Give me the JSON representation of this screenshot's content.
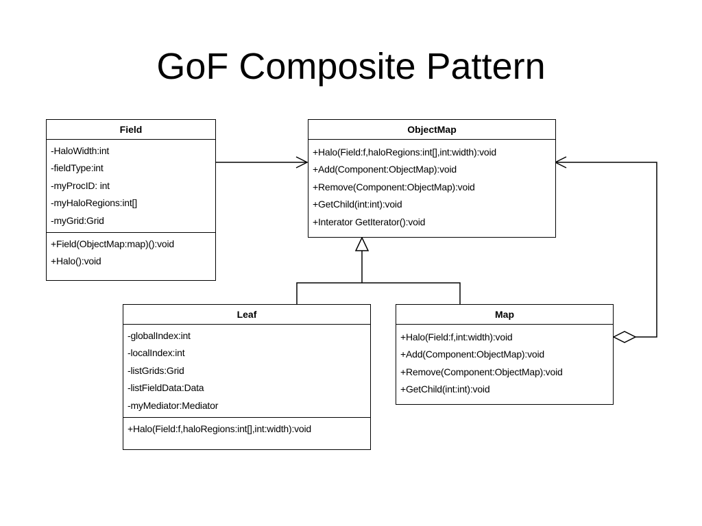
{
  "title": "GoF Composite Pattern",
  "classes": {
    "field": {
      "name": "Field",
      "attributes": [
        "-HaloWidth:int",
        "-fieldType:int",
        "-myProcID: int",
        "-myHaloRegions:int[]",
        "-myGrid:Grid"
      ],
      "operations": [
        "+Field(ObjectMap:map)():void",
        "+Halo():void"
      ]
    },
    "objectmap": {
      "name": "ObjectMap",
      "attributes": [],
      "operations": [
        "+Halo(Field:f,haloRegions:int[],int:width):void",
        "+Add(Component:ObjectMap):void",
        "+Remove(Component:ObjectMap):void",
        "+GetChild(int:int):void",
        "+Interator GetIterator():void"
      ]
    },
    "leaf": {
      "name": "Leaf",
      "attributes": [
        "-globalIndex:int",
        "-localIndex:int",
        "-listGrids:Grid",
        "-listFieldData:Data",
        "-myMediator:Mediator"
      ],
      "operations": [
        "+Halo(Field:f,haloRegions:int[],int:width):void"
      ]
    },
    "map": {
      "name": "Map",
      "attributes": [],
      "operations": [
        "+Halo(Field:f,int:width):void",
        "+Add(Component:ObjectMap):void",
        "+Remove(Component:ObjectMap):void",
        "+GetChild(int:int):void"
      ]
    }
  }
}
